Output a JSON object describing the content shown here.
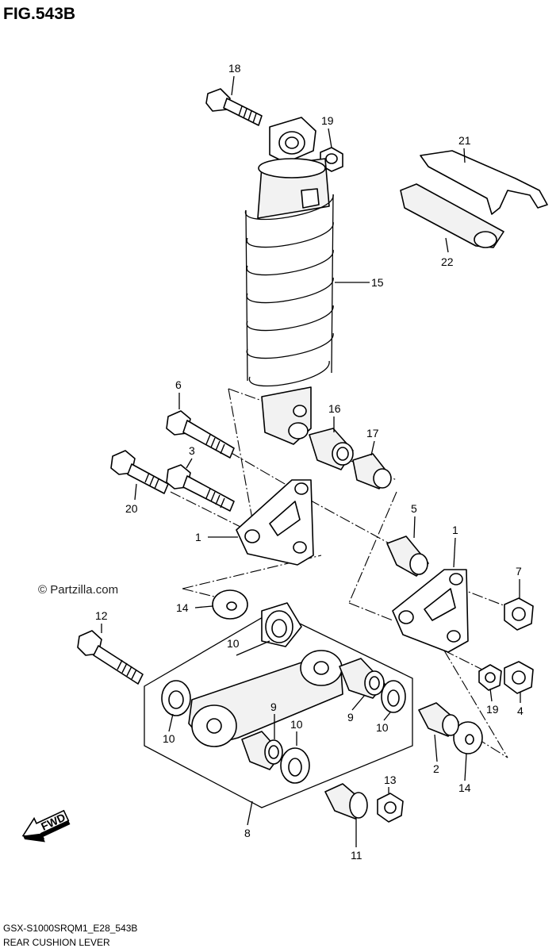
{
  "figure": {
    "title": "FIG.543B",
    "code": "GSX-S1000SRQM1_E28_543B",
    "caption": "REAR CUSHION LEVER"
  },
  "watermark": "© Partzilla.com",
  "fwd": "FWD",
  "callouts": {
    "c1a": "1",
    "c1b": "1",
    "c2": "2",
    "c3": "3",
    "c4": "4",
    "c5": "5",
    "c6": "6",
    "c7": "7",
    "c8": "8",
    "c9a": "9",
    "c9b": "9",
    "c10a": "10",
    "c10b": "10",
    "c10c": "10",
    "c10d": "10",
    "c11": "11",
    "c12": "12",
    "c13": "13",
    "c14a": "14",
    "c14b": "14",
    "c15": "15",
    "c16": "16",
    "c17": "17",
    "c18": "18",
    "c19a": "19",
    "c19b": "19",
    "c20": "20",
    "c21": "21",
    "c22": "22"
  }
}
